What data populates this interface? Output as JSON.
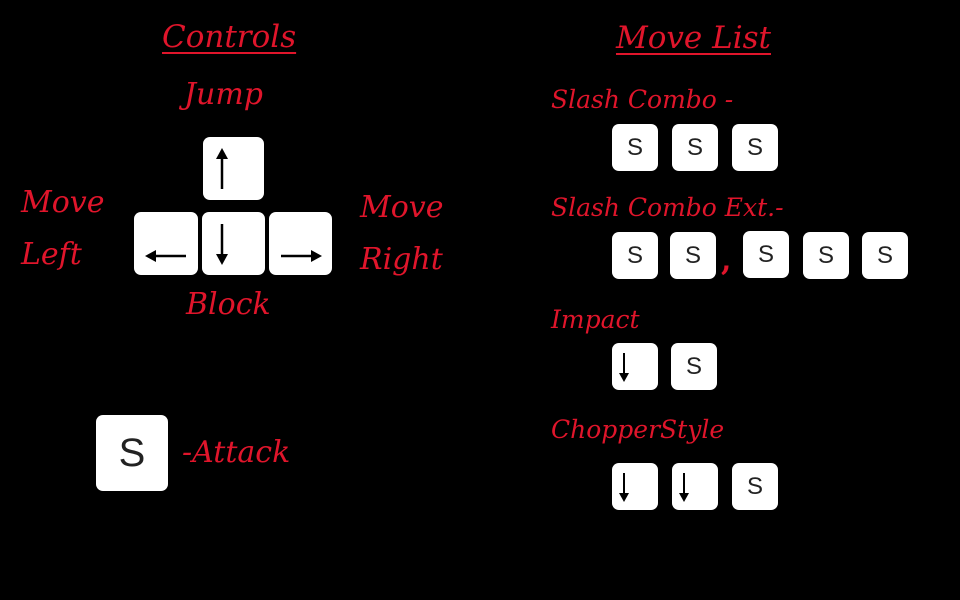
{
  "controls": {
    "heading": "Controls",
    "jump_label": "Jump",
    "move_left_line1": "Move",
    "move_left_line2": "Left",
    "move_right_line1": "Move",
    "move_right_line2": "Right",
    "block_label": "Block",
    "attack_key": "S",
    "attack_label": "-Attack",
    "keys": {
      "up": "up-arrow-icon",
      "down": "down-arrow-icon",
      "left": "left-arrow-icon",
      "right": "right-arrow-icon"
    }
  },
  "move_list": {
    "heading": "Move List",
    "moves": [
      {
        "name": "Slash Combo  -",
        "keys": [
          "S",
          "S",
          "S"
        ]
      },
      {
        "name": "Slash Combo Ext.-",
        "keys": [
          "S",
          "S"
        ],
        "separator": ",",
        "keys_after": [
          "S",
          "S",
          "S"
        ]
      },
      {
        "name": "Impact",
        "keys": [
          "down-arrow-icon",
          "S"
        ]
      },
      {
        "name": "ChopperStyle",
        "keys": [
          "down-arrow-icon",
          "down-arrow-icon",
          "S"
        ]
      }
    ]
  },
  "colors": {
    "background": "#000000",
    "text": "#e0152b",
    "key": "#ffffff"
  }
}
